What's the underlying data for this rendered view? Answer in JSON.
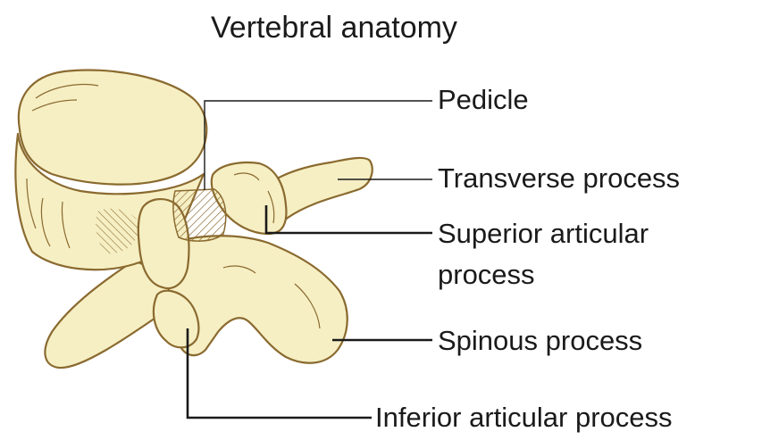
{
  "title": "Vertebral anatomy",
  "colors": {
    "bone_fill": "#f6efc4",
    "bone_outline": "#8a6a2f",
    "leader_line": "#1a1a1a",
    "text": "#1a1a1a"
  },
  "labels": {
    "pedicle": "Pedicle",
    "transverse_process": "Transverse process",
    "superior_articular_line1": "Superior articular",
    "superior_articular_line2": "process",
    "spinous_process": "Spinous process",
    "inferior_articular_process": "Inferior articular process"
  }
}
